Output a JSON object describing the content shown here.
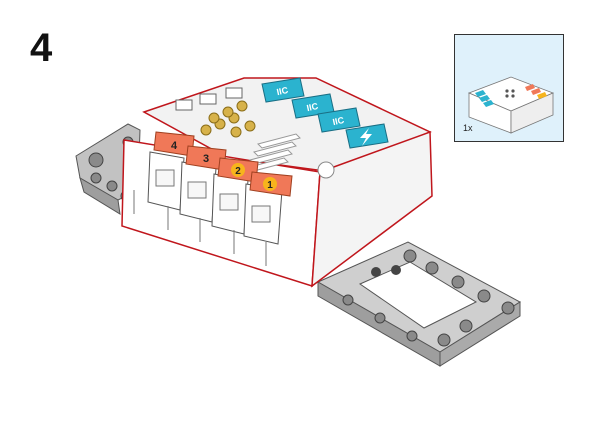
{
  "step": {
    "number": "4"
  },
  "parts_callout": {
    "quantity": "1x",
    "part": "hub-module-icon"
  },
  "hub": {
    "port_labels": [
      "4",
      "3",
      "2",
      "1"
    ],
    "connector_labels": [
      "IIC",
      "IIC",
      "IIC"
    ],
    "power_icon": "lightning-icon"
  },
  "colors": {
    "frame_gray": "#b8b8b8",
    "port_orange": "#f07858",
    "port_yellow": "#f7b41c",
    "connector_cyan": "#2bb3cf",
    "outline_red": "#c0161c",
    "callout_bg": "#dff1fb"
  }
}
